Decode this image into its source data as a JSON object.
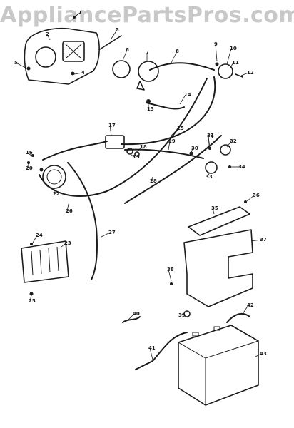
{
  "watermark": "AppliancePartsPros.com",
  "callouts": [
    "1",
    "2",
    "3",
    "4",
    "5",
    "6",
    "7",
    "8",
    "9",
    "10",
    "11",
    "12",
    "13",
    "14",
    "15",
    "16",
    "17",
    "18",
    "19",
    "20",
    "21",
    "22",
    "23",
    "24",
    "25",
    "26",
    "27",
    "28",
    "29",
    "30",
    "31",
    "32",
    "33",
    "34",
    "35",
    "36",
    "37",
    "38",
    "39",
    "40",
    "41",
    "42",
    "43"
  ],
  "colors": {
    "ink": "#1b1b1b",
    "watermark": "#c8c8c8",
    "background": "#ffffff"
  }
}
